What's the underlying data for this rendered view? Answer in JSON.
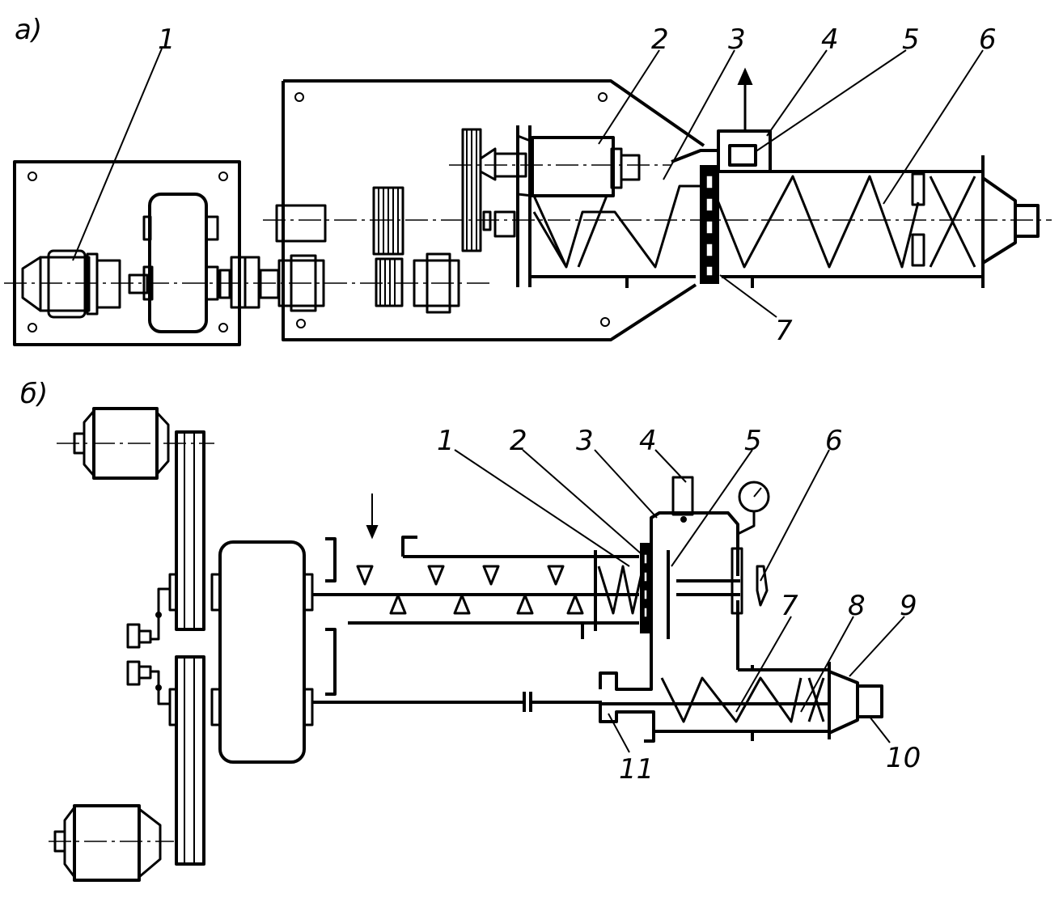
{
  "diagram_a": {
    "panel_label": "а)",
    "callouts": [
      "1",
      "2",
      "3",
      "4",
      "5",
      "6",
      "7"
    ]
  },
  "diagram_b": {
    "panel_label": "б)",
    "callouts": [
      "1",
      "2",
      "3",
      "4",
      "5",
      "6",
      "7",
      "8",
      "9",
      "10",
      "11"
    ]
  }
}
